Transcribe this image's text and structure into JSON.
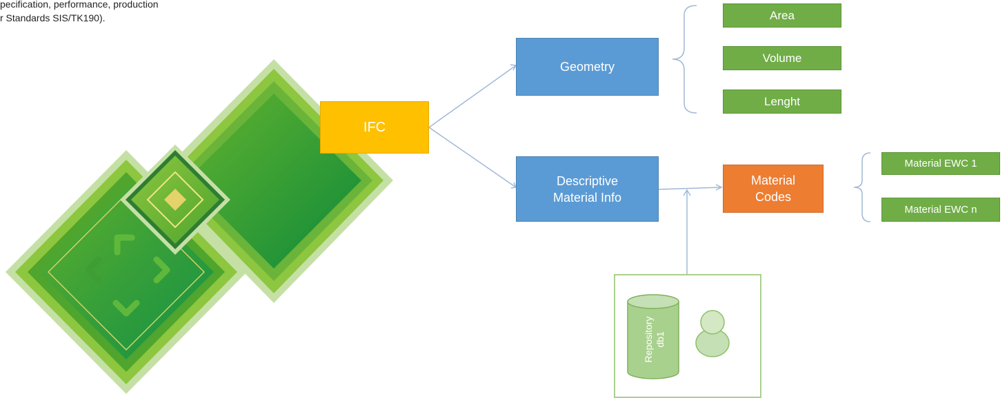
{
  "caption": {
    "line1": "pecification, performance, production",
    "line2": "r Standards SIS/TK190)."
  },
  "nodes": {
    "ifc": "IFC",
    "geometry": "Geometry",
    "descriptive": "Descriptive\nMaterial Info",
    "material_codes": "Material\nCodes",
    "area": "Area",
    "volume": "Volume",
    "length": "Lenght",
    "ewc1": "Material  EWC 1",
    "ewcn": "Material EWC n"
  },
  "repository": {
    "label": "Repository\ndb1"
  },
  "colors": {
    "blue": "#5b9bd5",
    "yellow": "#ffc000",
    "orange": "#ed7d31",
    "green": "#70ad47",
    "connector": "#9fb8d6"
  }
}
